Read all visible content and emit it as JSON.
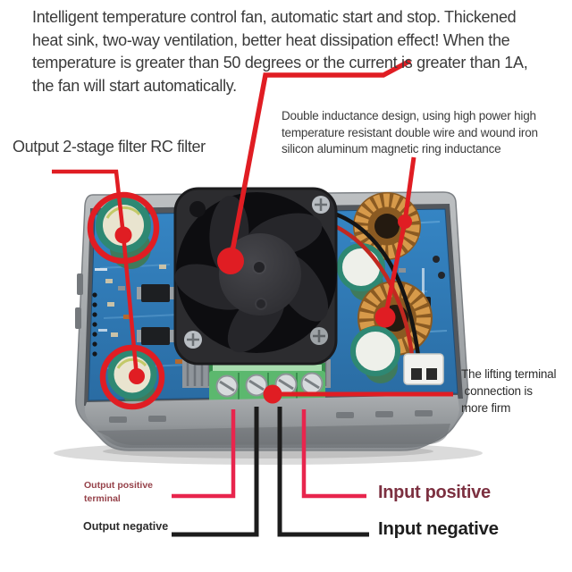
{
  "top_paragraph": {
    "lines": [
      "Intelligent temperature control fan, automatic start and stop. Thickened",
      "heat sink, two-way ventilation, better heat dissipation effect! When the",
      "temperature is greater than 50 degrees or the current is greater than 1A,",
      "the fan will start automatically."
    ]
  },
  "callouts": {
    "output_filter": "Output 2-stage filter RC filter",
    "double_inductance_lines": [
      "Double inductance design, using high power high",
      "temperature resistant double wire and wound iron",
      "silicon aluminum magnetic ring inductance"
    ],
    "lifting_terminal_lines": [
      "The lifting terminal",
      " connection is",
      "more firm"
    ],
    "output_positive_lines": [
      "Output positive",
      "terminal"
    ],
    "output_negative": "Output negative",
    "input_positive": "Input positive",
    "input_negative": "Input negative"
  },
  "colors": {
    "annotation_red": "#e01d23",
    "leader_crimson": "#e8254d",
    "leader_black": "#1c1c1c",
    "maroon_small_text": "#96424a",
    "maroon_large_text": "#7c3040",
    "body_text": "#3b3b3b"
  }
}
